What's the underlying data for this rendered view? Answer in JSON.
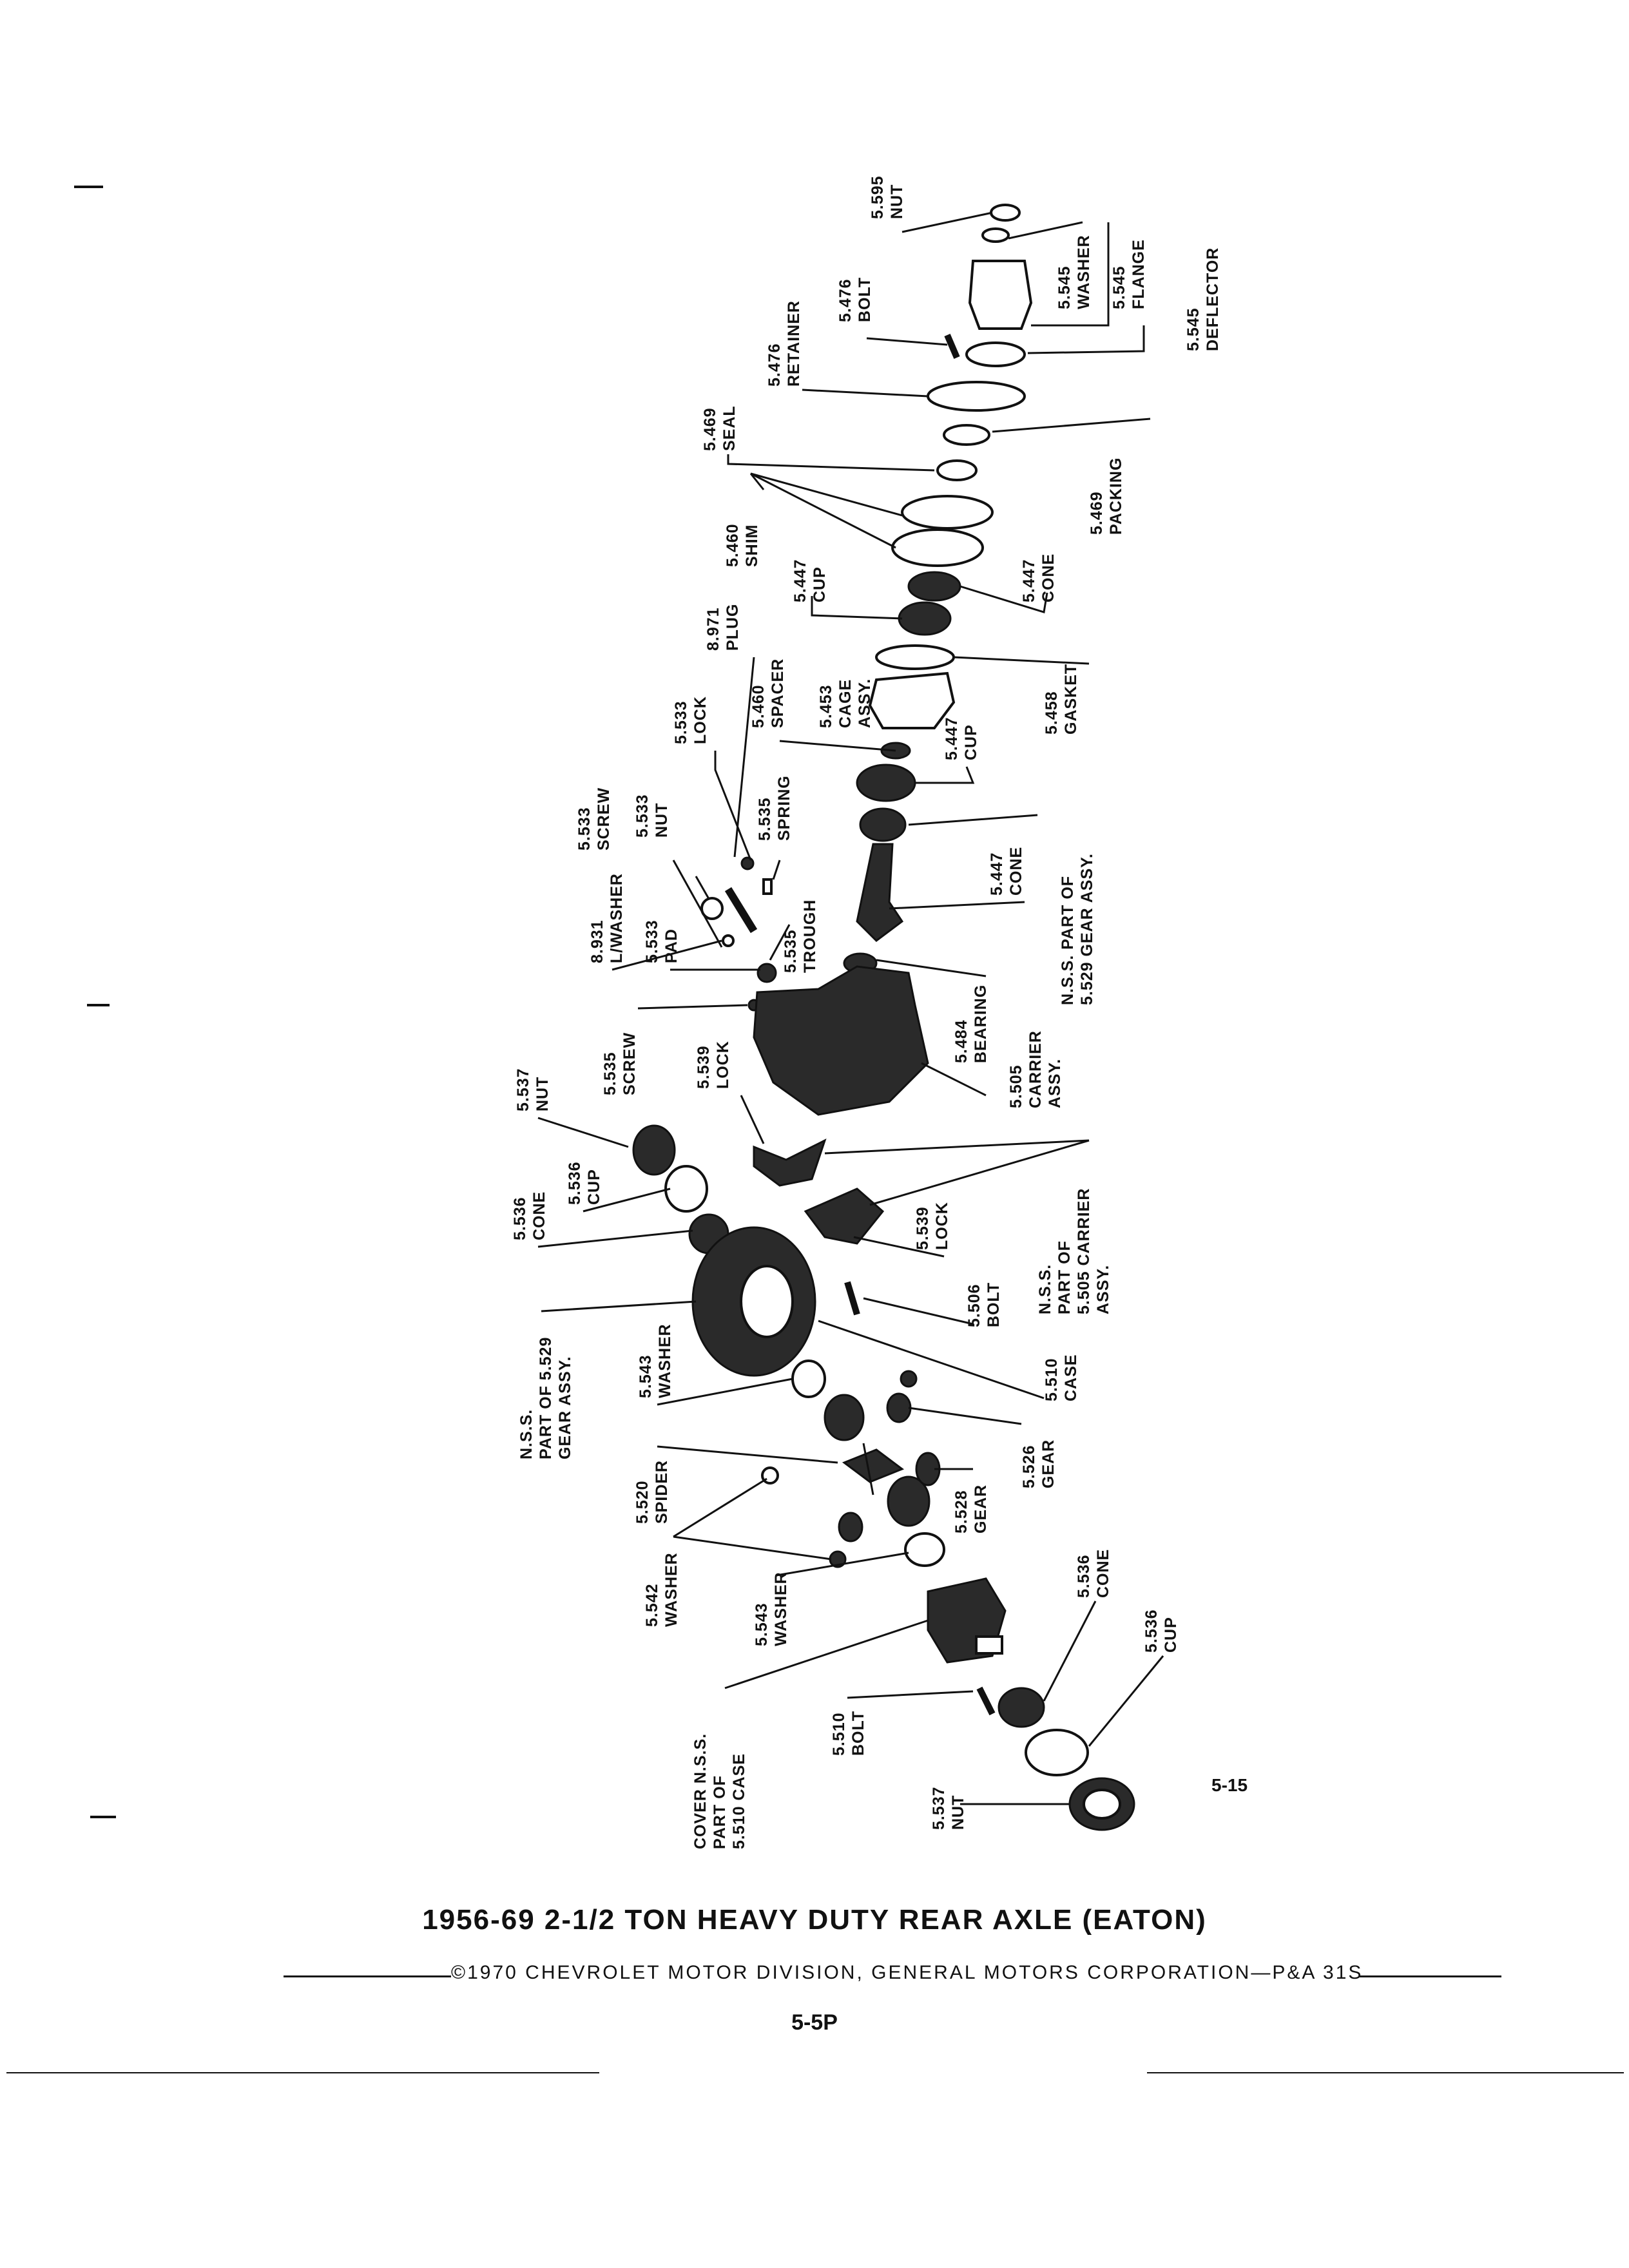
{
  "title": "1956-69 2-1/2 TON HEAVY DUTY REAR AXLE (EATON)",
  "copyright": "©1970 CHEVROLET MOTOR DIVISION, GENERAL MOTORS CORPORATION—P&A 31S",
  "page_number": "5-5P",
  "figure_number": "5-15",
  "callouts": {
    "nut_5595": [
      "5.595",
      "NUT"
    ],
    "washer_5545": [
      "5.545",
      "WASHER"
    ],
    "flange_5545": [
      "5.545",
      "FLANGE"
    ],
    "deflector_5545": [
      "5.545",
      "DEFLECTOR"
    ],
    "bolt_5476": [
      "5.476",
      "BOLT"
    ],
    "retainer_5476": [
      "5.476",
      "RETAINER"
    ],
    "seal_5469": [
      "5.469",
      "SEAL"
    ],
    "packing_5469": [
      "5.469",
      "PACKING"
    ],
    "shim_5460": [
      "5.460",
      "SHIM"
    ],
    "cup_5447_a": [
      "5.447",
      "CUP"
    ],
    "cone_5447_a": [
      "5.447",
      "CONE"
    ],
    "plug_8971": [
      "8.971",
      "PLUG"
    ],
    "spacer_5460": [
      "5.460",
      "SPACER"
    ],
    "cage_5453": [
      "5.453",
      "CAGE",
      "ASSY."
    ],
    "gasket_5458": [
      "5.458",
      "GASKET"
    ],
    "lock_5533": [
      "5.533",
      "LOCK"
    ],
    "cup_5447_b": [
      "5.447",
      "CUP"
    ],
    "screw_5533": [
      "5.533",
      "SCREW"
    ],
    "nut_5533": [
      "5.533",
      "NUT"
    ],
    "spring_5535": [
      "5.535",
      "SPRING"
    ],
    "cone_5447_b": [
      "5.447",
      "CONE"
    ],
    "lwasher_8931": [
      "8.931",
      "L/WASHER"
    ],
    "pad_5533": [
      "5.533",
      "PAD"
    ],
    "trough_5535": [
      "5.535",
      "TROUGH"
    ],
    "nss_pinion": [
      "N.S.S. PART OF",
      "5.529 GEAR ASSY."
    ],
    "screw_5535": [
      "5.535",
      "SCREW"
    ],
    "bearing_5484": [
      "5.484",
      "BEARING"
    ],
    "nut_5537_a": [
      "5.537",
      "NUT"
    ],
    "lock_5539_a": [
      "5.539",
      "LOCK"
    ],
    "carrier_5505": [
      "5.505",
      "CARRIER",
      "ASSY."
    ],
    "cup_5536_a": [
      "5.536",
      "CUP"
    ],
    "cone_5536_a": [
      "5.536",
      "CONE"
    ],
    "lock_5539_b": [
      "5.539",
      "LOCK"
    ],
    "nss_carrier": [
      "N.S.S.",
      "PART OF",
      "5.505 CARRIER",
      "ASSY."
    ],
    "bolt_5506": [
      "5.506",
      "BOLT"
    ],
    "nss_ring": [
      "N.S.S.",
      "PART OF 5.529",
      "GEAR ASSY."
    ],
    "washer_5543_a": [
      "5.543",
      "WASHER"
    ],
    "case_5510": [
      "5.510",
      "CASE"
    ],
    "gear_5526": [
      "5.526",
      "GEAR"
    ],
    "spider_5520": [
      "5.520",
      "SPIDER"
    ],
    "gear_5528": [
      "5.528",
      "GEAR"
    ],
    "washer_5542": [
      "5.542",
      "WASHER"
    ],
    "washer_5543_b": [
      "5.543",
      "WASHER"
    ],
    "cone_5536_b": [
      "5.536",
      "CONE"
    ],
    "cup_5536_b": [
      "5.536",
      "CUP"
    ],
    "cover_nss": [
      "COVER N.S.S.",
      "PART OF",
      "5.510 CASE"
    ],
    "bolt_5510": [
      "5.510",
      "BOLT"
    ],
    "nut_5537_b": [
      "5.537",
      "NUT"
    ]
  }
}
